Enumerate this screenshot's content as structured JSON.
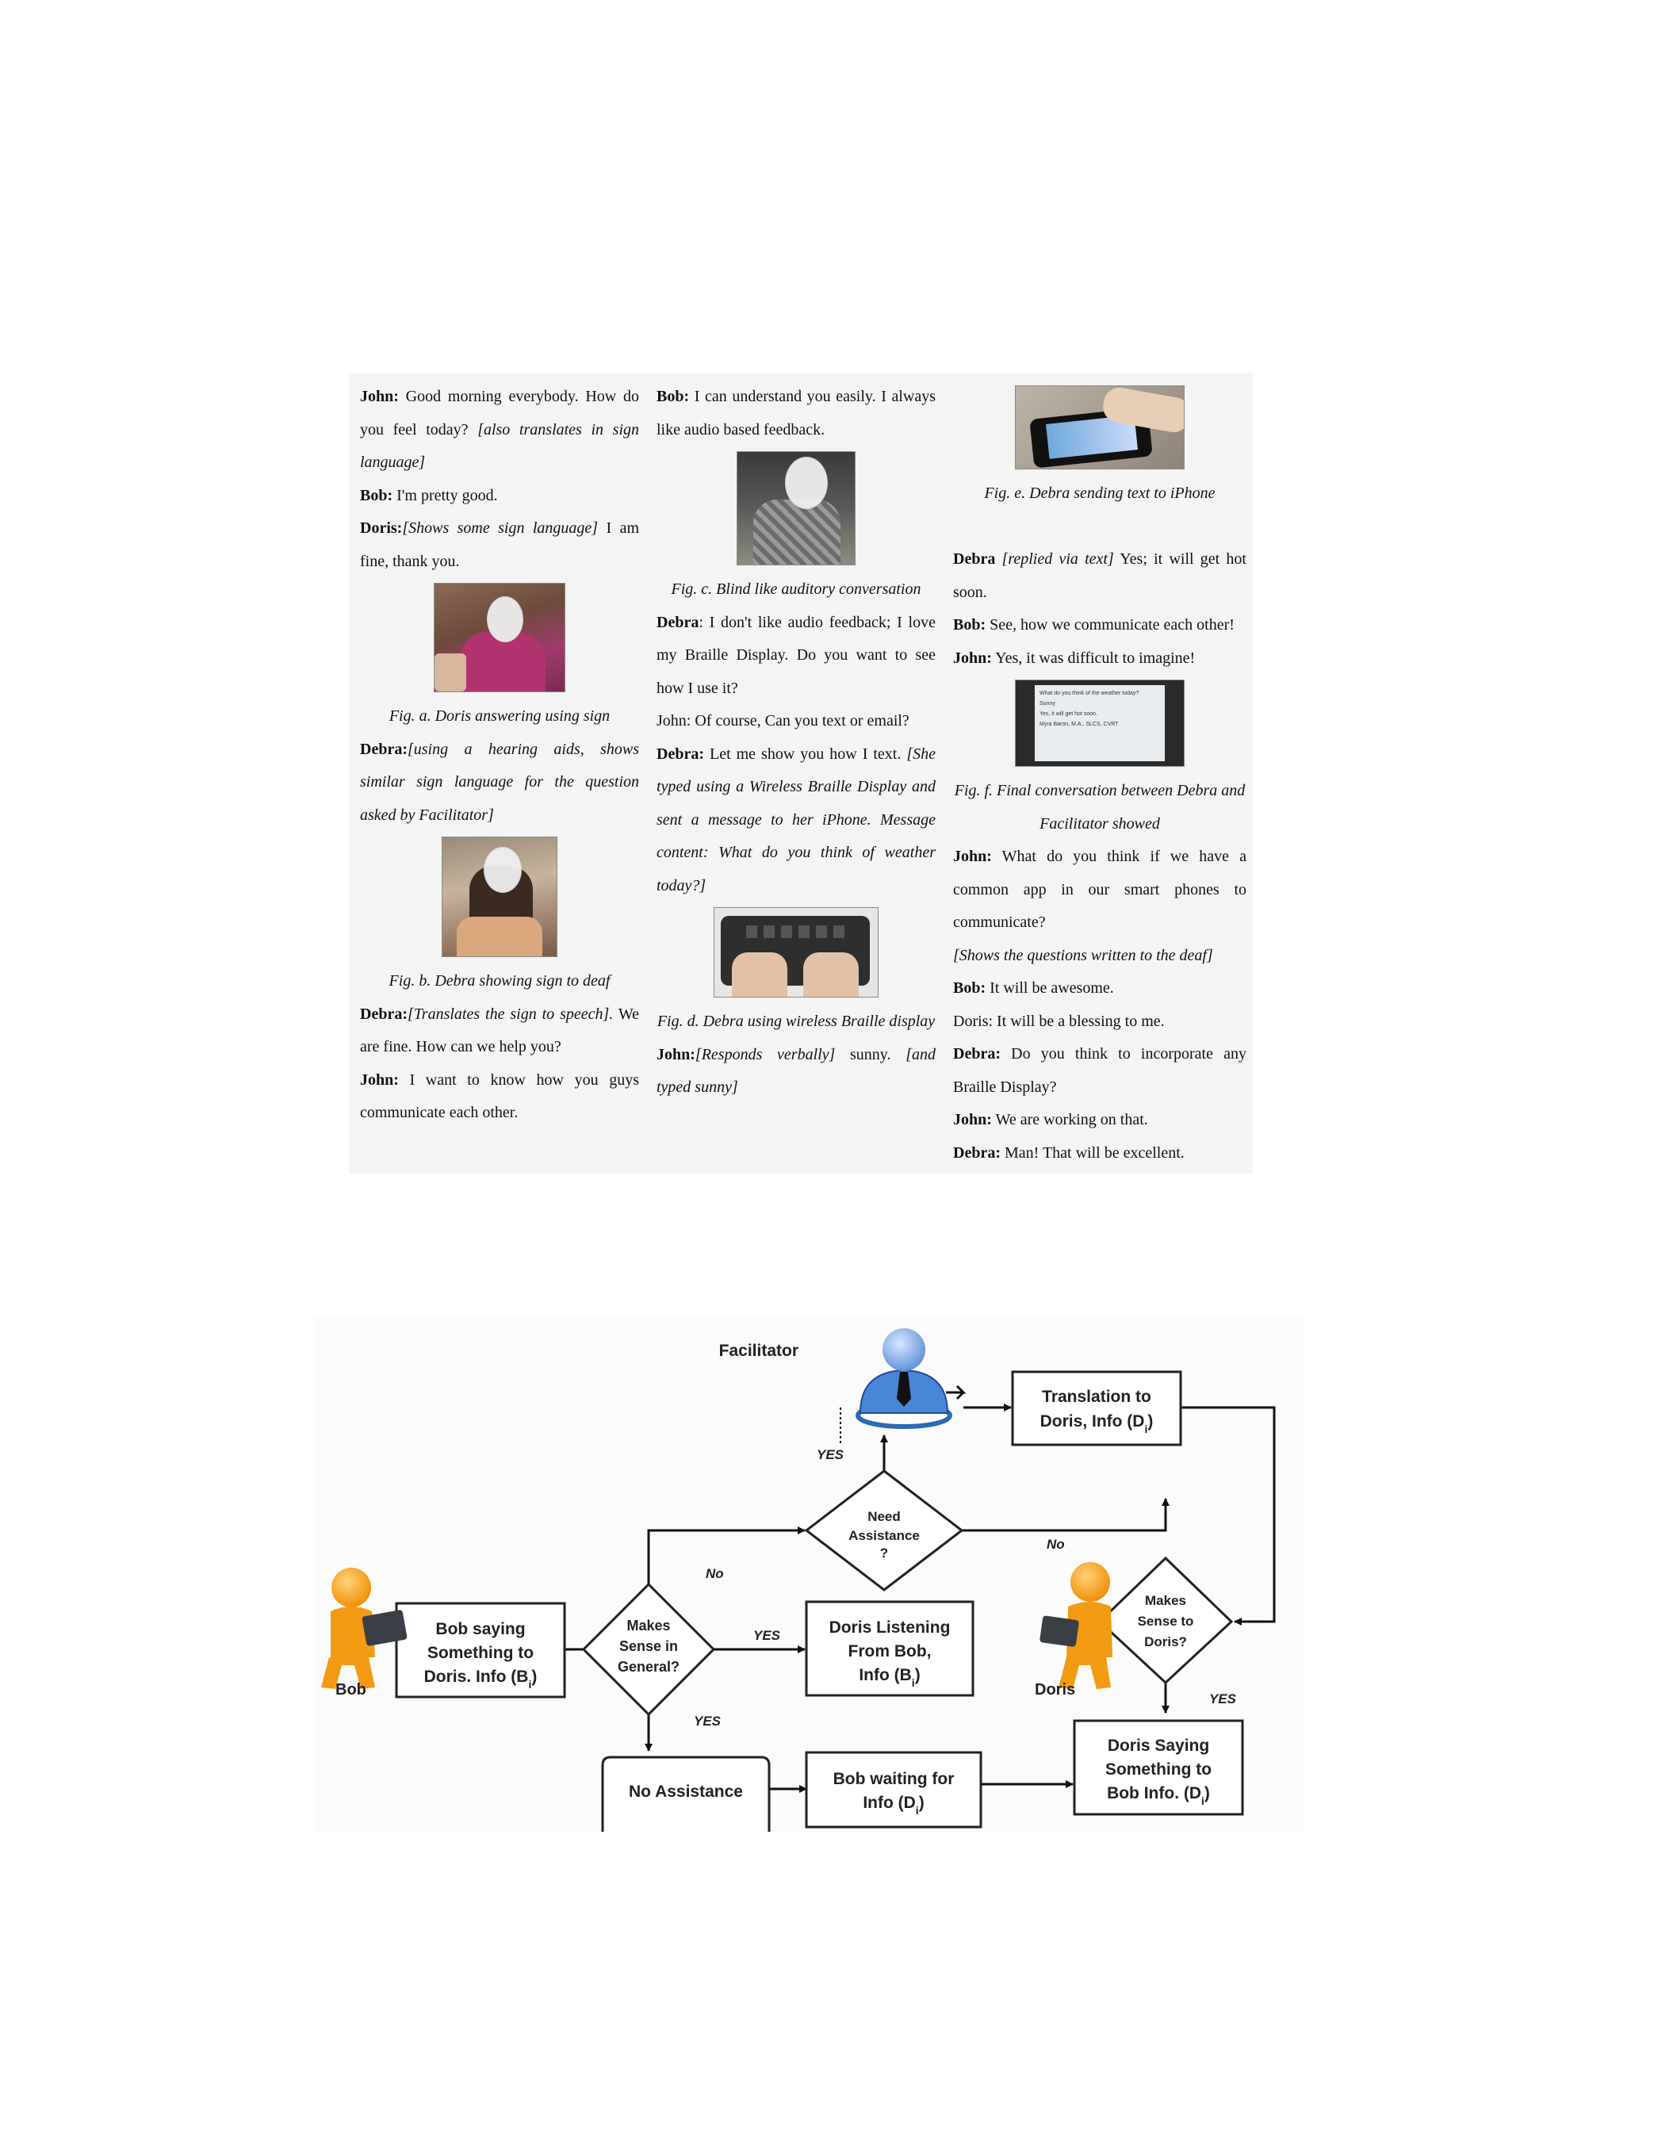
{
  "transcript": {
    "col1": {
      "l1_speaker": "John:",
      "l1_text": " Good morning everybody. How do you feel today? ",
      "l1_italic": "[also translates in sign language]",
      "l2_speaker": "Bob:",
      "l2_text": " I'm pretty good.",
      "l3_speaker": "Doris:",
      "l3_italic": "[Shows some sign language]",
      "l3_text": " I am fine, thank you.",
      "fig_a": "Fig. a. Doris answering using sign",
      "l4_speaker": "Debra:",
      "l4_italic": "[using a hearing aids, shows similar sign language for the question asked by Facilitator]",
      "fig_b": "Fig. b. Debra showing sign to deaf",
      "l5_speaker": "Debra:",
      "l5_italic": "[Translates the sign to speech].",
      "l5_text": " We are fine. How can we help you?",
      "l6_speaker": "John:",
      "l6_text": " I want to know how you guys communicate each other."
    },
    "col2": {
      "l1_speaker": "Bob:",
      "l1_text": " I can understand you easily. I always like audio based feedback.",
      "fig_c": "Fig. c. Blind like auditory conversation",
      "l2_speaker": "Debra",
      "l2_text": ": I don't like audio feedback; I love my Braille Display. Do you want to see how I use it?",
      "l3_text": "John: Of course, Can you text or email?",
      "l4_speaker": "Debra:",
      "l4_text": " Let me show you how I text. ",
      "l4_italic": "[She typed using a Wireless Braille Display and sent a message to her iPhone. Message content: What do you think of weather today?]",
      "fig_d": "Fig. d. Debra using wireless Braille display",
      "l5_speaker": "John:",
      "l5_italic": "[Responds verbally]",
      "l5_text": " sunny. ",
      "l5_italic2": "[and typed sunny]"
    },
    "col3": {
      "fig_e": "Fig. e. Debra sending text to iPhone",
      "l1_speaker": "Debra",
      "l1_italic": " [replied via text]",
      "l1_text": " Yes; it will get hot soon.",
      "l2_speaker": "Bob:",
      "l2_text": " See, how we communicate each other!",
      "l3_speaker": "John:",
      "l3_text": " Yes, it was difficult to imagine!",
      "fig_f": "Fig. f. Final conversation between Debra and Facilitator showed",
      "l4_speaker": "John:",
      "l4_text": " What do you think if we have a common app in our smart phones to communicate?",
      "l5_italic": "[Shows the questions written to the deaf]",
      "l6_speaker": "Bob:",
      "l6_text": " It will be awesome.",
      "l7_text": "Doris: It will be a blessing to me.",
      "l8_speaker": "Debra:",
      "l8_text": " Do you think to incorporate any Braille Display?",
      "l9_speaker": "John:",
      "l9_text": " We are working on that.",
      "l10_speaker": "Debra:",
      "l10_text": " Man! That will be excellent."
    },
    "phone_screen": [
      "What do you think of the weather today?",
      "Sunny",
      "Yes, it will get hot soon.",
      "Myra Baron, M.A., SLCS, CVRT"
    ]
  },
  "flowchart": {
    "facilitator": "Facilitator",
    "bob": "Bob",
    "doris": "Doris",
    "bob_saying": [
      "Bob saying",
      "Something to",
      "Doris. Info (B"
    ],
    "makes_sense_general": [
      "Makes",
      "Sense in",
      "General?"
    ],
    "need_assistance": [
      "Need",
      "Assistance",
      "?"
    ],
    "translation": [
      "Translation to",
      "Doris, Info (D"
    ],
    "doris_listening": [
      "Doris Listening",
      "From Bob,",
      "Info (B"
    ],
    "makes_sense_doris": [
      "Makes",
      "Sense to",
      "Doris?"
    ],
    "no_assistance": "No Assistance",
    "bob_waiting": [
      "Bob waiting for",
      "Info (D"
    ],
    "doris_saying": [
      "Doris Saying",
      "Something to",
      "Bob Info. (D"
    ],
    "sub_i": "i",
    "close_paren": ")",
    "yes": "YES",
    "no": "No"
  }
}
